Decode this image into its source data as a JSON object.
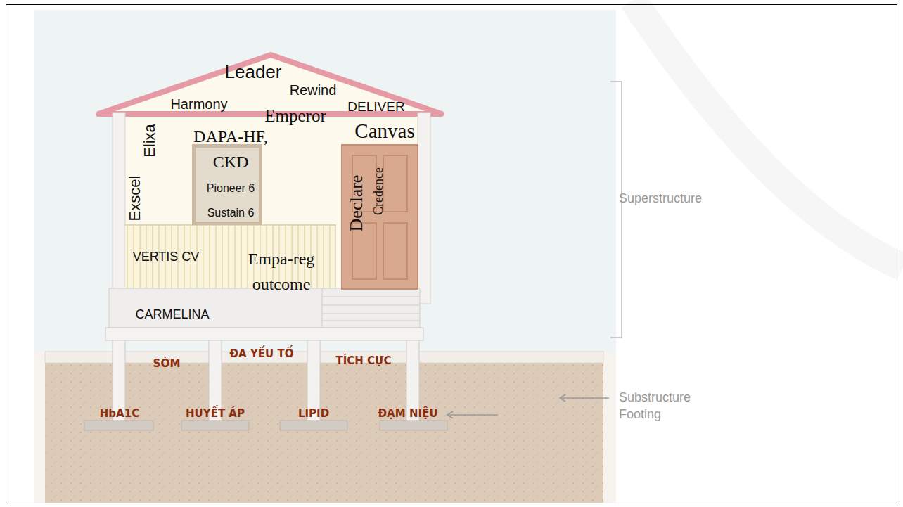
{
  "diagram": {
    "nodes": [
      {
        "text": [
          "DAPA-HF, CKD",
          "Pioneer 6",
          "Sustain 6"
        ]
      },
      {
        "text": [
          "Declare",
          "Credence"
        ]
      },
      {
        "text": [
          "CARMELINA"
        ]
      }
    ],
    "labels": [
      "Leader",
      "Harmony",
      "Rewind",
      "Emperor",
      "DELIVER",
      "Canvas",
      "Elixa",
      "Exscel",
      "VERTIS CV",
      "Empa-reg outcome",
      "SỚM",
      "ĐA YẾU TỐ",
      "TÍCH CỰC",
      "HbA1C",
      "HUYẾT ÁP",
      "LIPID",
      "ĐẠM NIỆU",
      "Superstructure",
      "Substructure",
      "Footing"
    ]
  }
}
